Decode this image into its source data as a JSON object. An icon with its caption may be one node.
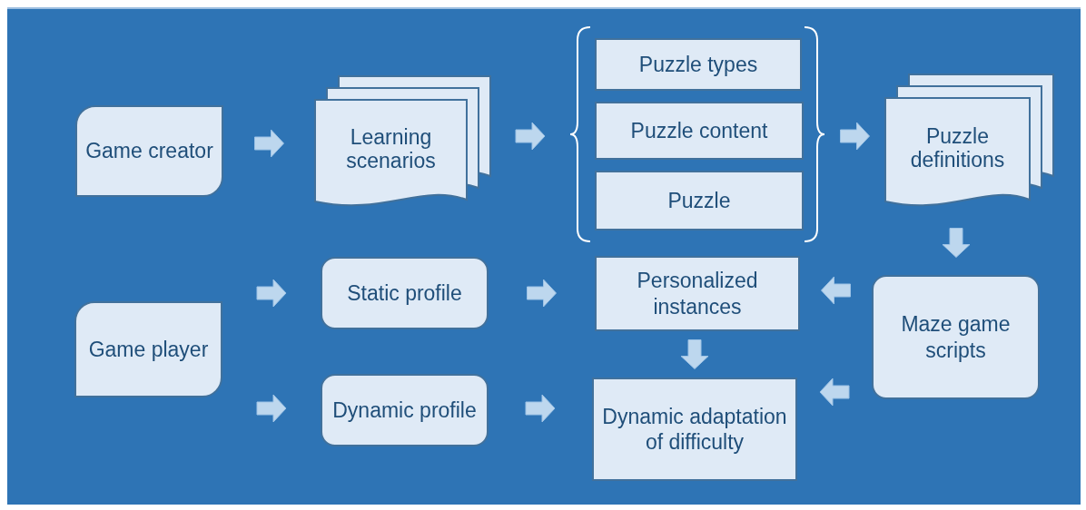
{
  "diagram": {
    "nodes": [
      {
        "text": [
          "Game creator"
        ]
      },
      {
        "text": [
          "Learning scenarios"
        ]
      },
      {
        "text": [],
        "shape": "bracket"
      },
      {
        "text": [
          "Puzzle types"
        ],
        "in": 2
      },
      {
        "text": [
          "Puzzle content"
        ],
        "in": 2
      },
      {
        "text": [
          "Puzzle"
        ],
        "in": 2
      },
      {
        "text": [
          "Puzzle definitions"
        ]
      },
      {
        "text": [
          "Game player"
        ]
      },
      {
        "text": [
          "Static profile"
        ]
      },
      {
        "text": [
          "Dynamic profile"
        ]
      },
      {
        "text": [
          "Personalized instances"
        ]
      },
      {
        "text": [
          "Dynamic adaptation of difficulty"
        ]
      },
      {
        "text": [
          "Maze game scripts"
        ]
      }
    ],
    "edges": [
      {
        "from": 0,
        "to": 1,
        "arrow": "to"
      },
      {
        "from": 1,
        "to": 2,
        "arrow": "to"
      },
      {
        "from": 2,
        "to": 6,
        "arrow": "to"
      },
      {
        "from": 6,
        "to": 12,
        "arrow": "to"
      },
      {
        "from": 7,
        "to": 8,
        "arrow": "to"
      },
      {
        "from": 7,
        "to": 9,
        "arrow": "to"
      },
      {
        "from": 8,
        "to": 10,
        "arrow": "to"
      },
      {
        "from": 9,
        "to": 11,
        "arrow": "to"
      },
      {
        "from": 10,
        "to": 11,
        "arrow": "to"
      },
      {
        "from": 12,
        "to": 10,
        "arrow": "to"
      },
      {
        "from": 12,
        "to": 11,
        "arrow": "to"
      }
    ]
  }
}
